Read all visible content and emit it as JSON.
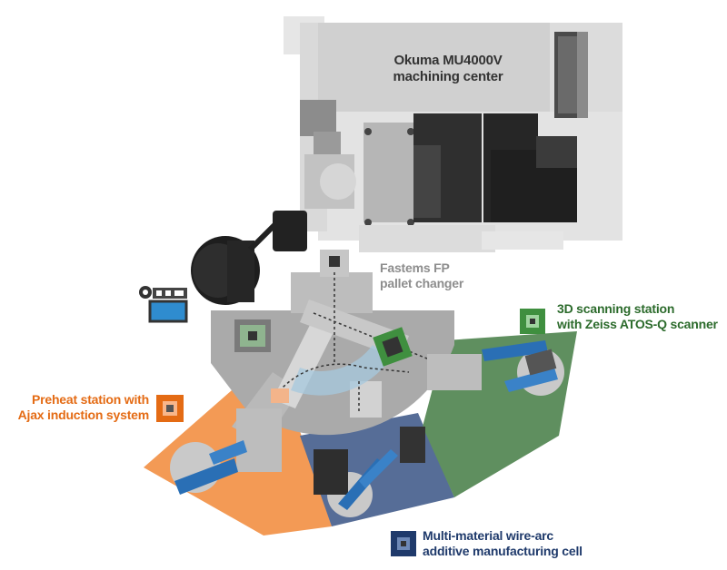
{
  "colors": {
    "machine_gray": "#d4d4d4",
    "machine_light": "#e6e6e6",
    "machine_dark": "#3a3a3a",
    "platform_gray": "#aaaaaa",
    "preheat_orange": "#f39a55",
    "preheat_label": "#e46b14",
    "scan_green": "#5f8f5f",
    "scan_label": "#2c6b2c",
    "wirearc_blue": "#566d97",
    "wirearc_label": "#1f3a6b",
    "robot_blue": "#2a6fb5",
    "label_gray": "#8d8d8d",
    "label_dark": "#333333"
  },
  "labels": {
    "machine": {
      "line1": "Okuma MU4000V",
      "line2": "machining center"
    },
    "pallet_changer": {
      "line1": "Fastems FP",
      "line2": "pallet changer"
    },
    "scanning": {
      "line1": "3D scanning station",
      "line2": "with Zeiss ATOS-Q scanner"
    },
    "preheat": {
      "line1": "Preheat station with",
      "line2": "Ajax induction system"
    },
    "wire_arc": {
      "line1": "Multi-material wire-arc",
      "line2": "additive manufacturing cell"
    }
  },
  "icons": {
    "scanning": "green-square-station-icon",
    "preheat": "orange-square-station-icon",
    "wire_arc": "blue-square-station-icon",
    "computer": "computer-terminal-icon",
    "chip_tool": "chip-conveyor-icon"
  }
}
